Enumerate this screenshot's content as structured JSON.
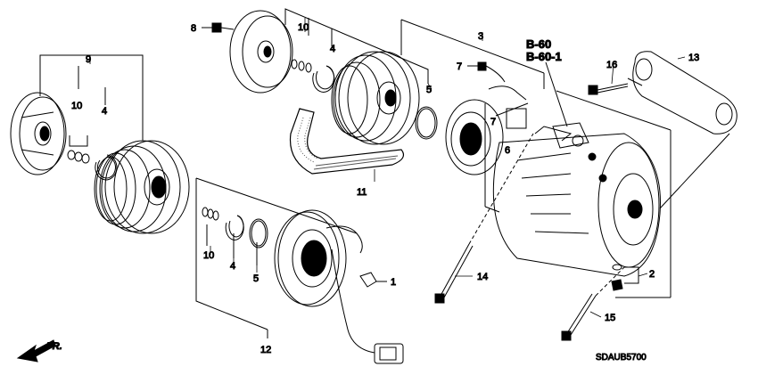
{
  "diagram": {
    "callouts": {
      "c1": "1",
      "c2": "2",
      "c3": "3",
      "c4a": "4",
      "c4b": "4",
      "c4c": "4",
      "c5a": "5",
      "c5b": "5",
      "c6": "6",
      "c7a": "7",
      "c7b": "7",
      "c8": "8",
      "c9": "9",
      "c10a": "10",
      "c10b": "10",
      "c10c": "10",
      "c11": "11",
      "c12": "12",
      "c13": "13",
      "c14": "14",
      "c15": "15",
      "c16": "16"
    },
    "references": [
      "B-60",
      "B-60-1"
    ],
    "direction_label": "FR.",
    "diagram_code": "SDAUB5700"
  },
  "colors": {
    "line": "#000000",
    "background": "#ffffff",
    "belt_speckle": "#555555"
  }
}
